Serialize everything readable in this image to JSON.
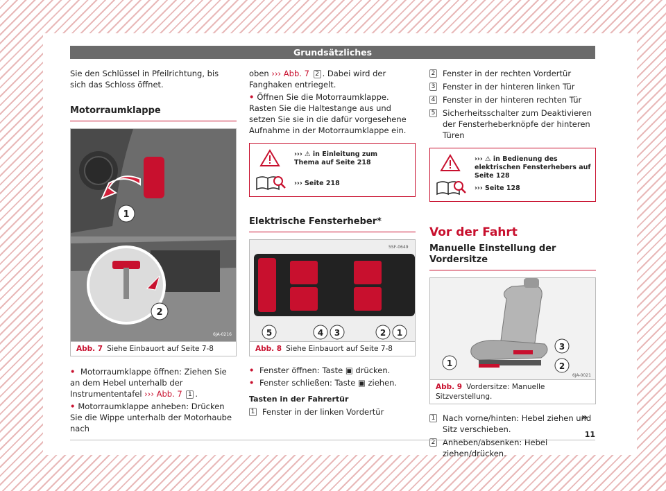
{
  "header": {
    "title": "Grundsätzliches"
  },
  "col1": {
    "intro": "Sie den Schlüssel in Pfeilrichtung, bis sich das Schloss öffnet.",
    "section_title": "Motorraumklappe",
    "figure": {
      "label": "Abb. 7",
      "caption": "Siehe Einbauort auf Seite 7-8",
      "code": "6JA-0216",
      "callouts": [
        "1",
        "2"
      ]
    },
    "bullet1_pre": "Motorraumklappe öffnen: Ziehen Sie an dem Hebel unterhalb der Instrumententafel",
    "bullet1_ref": "››› Abb. 7",
    "bullet1_num": "1",
    "bullet2": "Motorraumklappe anheben: Drücken Sie die Wippe unterhalb der Motorhaube nach"
  },
  "col2": {
    "cont_pre": "oben",
    "cont_ref": "››› Abb. 7",
    "cont_num": "2",
    "cont_post": ". Dabei wird der Fanghaken entriegelt.",
    "bullet3": "Öffnen Sie die Motorraumklappe. Rasten Sie die Haltestange aus und setzen Sie sie in die dafür vorgesehene Aufnahme in der Motorraumklappe ein.",
    "warn_box": {
      "line1": "››› ⚠ in Einleitung zum Thema auf Seite 218",
      "line2": "››› Seite 218"
    },
    "section_title": "Elektrische Fensterheber*",
    "figure": {
      "label": "Abb. 8",
      "caption": "Siehe Einbauort auf Seite 7-8",
      "code": "5SF-0649",
      "callouts": [
        "5",
        "4",
        "3",
        "2",
        "1"
      ]
    },
    "bullet_open": "Fenster öffnen: Taste",
    "bullet_open_post": "drücken.",
    "bullet_close": "Fenster schließen: Taste",
    "bullet_close_post": "ziehen.",
    "subhead": "Tasten in der Fahrertür",
    "item1_num": "1",
    "item1": "Fenster in der linken Vordertür"
  },
  "col3": {
    "items": [
      {
        "num": "2",
        "text": "Fenster in der rechten Vordertür"
      },
      {
        "num": "3",
        "text": "Fenster in der hinteren linken Tür"
      },
      {
        "num": "4",
        "text": "Fenster in der hinteren rechten Tür"
      },
      {
        "num": "5",
        "text": "Sicherheitsschalter zum Deaktivieren der Fensterheberknöpfe der hinteren Türen"
      }
    ],
    "warn_box": {
      "line1": "››› ⚠ in Bedienung des elektrischen Fensterhebers auf Seite 128",
      "line2": "››› Seite 128"
    },
    "big_title": "Vor der Fahrt",
    "section_title": "Manuelle Einstellung der Vordersitze",
    "figure": {
      "label": "Abb. 9",
      "caption": "Vordersitze: Manuelle Sitzverstellung.",
      "code": "6JA-0021",
      "callouts": [
        "1",
        "3",
        "2"
      ]
    },
    "list": [
      {
        "num": "1",
        "text": "Nach vorne/hinten: Hebel ziehen und Sitz verschieben."
      },
      {
        "num": "2",
        "text": "Anheben/absenken: Hebel ziehen/drücken."
      }
    ]
  },
  "footer": {
    "page_number": "11",
    "next": "»"
  },
  "colors": {
    "accent": "#c8102e",
    "header_bg": "#6b6b6b"
  }
}
